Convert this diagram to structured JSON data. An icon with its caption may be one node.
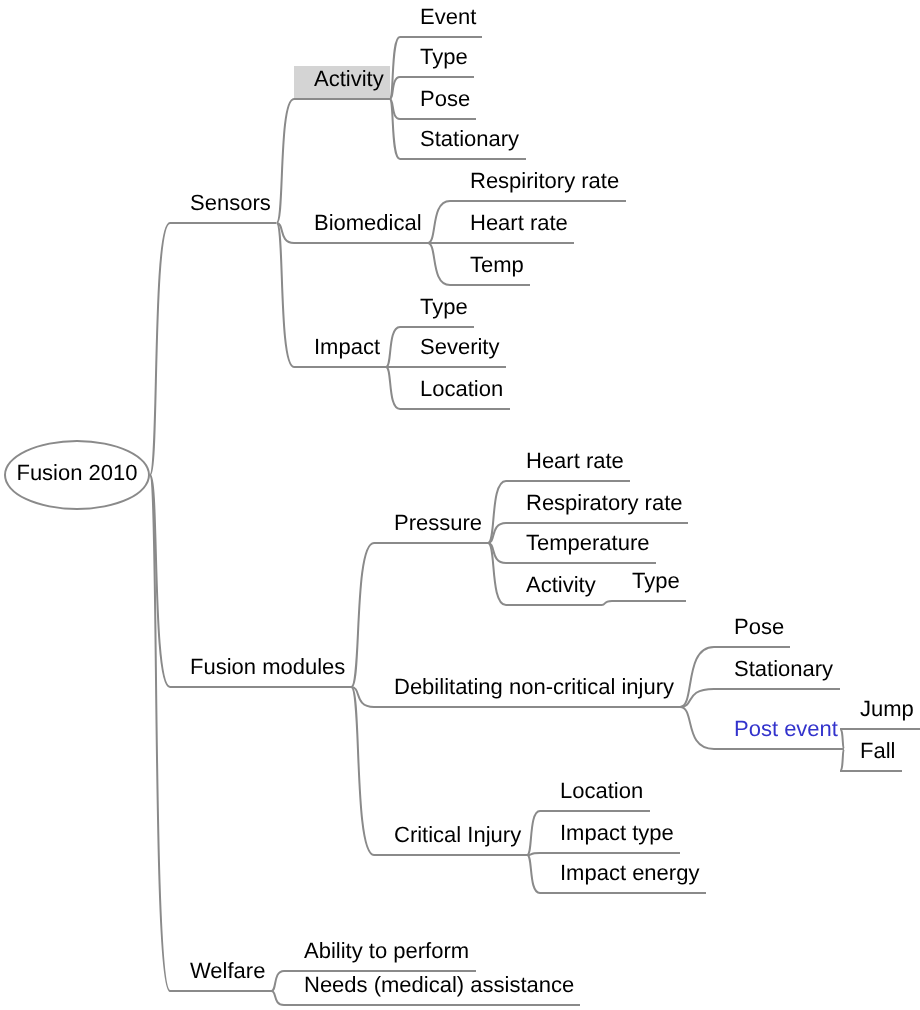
{
  "diagram": {
    "nodes": [
      {
        "text": [
          "Fusion 2010"
        ]
      },
      {
        "text": [
          "Sensors"
        ]
      },
      {
        "text": [
          "Activity"
        ]
      },
      {
        "text": [
          "Event"
        ]
      },
      {
        "text": [
          "Type"
        ]
      },
      {
        "text": [
          "Pose"
        ]
      },
      {
        "text": [
          "Stationary"
        ]
      },
      {
        "text": [
          "Biomedical"
        ]
      },
      {
        "text": [
          "Respiritory rate"
        ]
      },
      {
        "text": [
          "Heart rate"
        ]
      },
      {
        "text": [
          "Temp"
        ]
      },
      {
        "text": [
          "Impact"
        ]
      },
      {
        "text": [
          "Type"
        ]
      },
      {
        "text": [
          "Severity"
        ]
      },
      {
        "text": [
          "Location"
        ]
      },
      {
        "text": [
          "Fusion modules"
        ]
      },
      {
        "text": [
          "Pressure"
        ]
      },
      {
        "text": [
          "Heart rate"
        ]
      },
      {
        "text": [
          "Respiratory rate"
        ]
      },
      {
        "text": [
          "Temperature"
        ]
      },
      {
        "text": [
          "Activity"
        ]
      },
      {
        "text": [
          "Type"
        ]
      },
      {
        "text": [
          "Debilitating non-critical injury"
        ]
      },
      {
        "text": [
          "Pose"
        ]
      },
      {
        "text": [
          "Stationary"
        ]
      },
      {
        "text": [
          "Post event"
        ]
      },
      {
        "text": [
          "Jump"
        ]
      },
      {
        "text": [
          "Fall"
        ]
      },
      {
        "text": [
          "Critical Injury"
        ]
      },
      {
        "text": [
          "Location"
        ]
      },
      {
        "text": [
          "Impact type"
        ]
      },
      {
        "text": [
          "Impact energy"
        ]
      },
      {
        "text": [
          "Welfare"
        ]
      },
      {
        "text": [
          "Ability to perform"
        ]
      },
      {
        "text": [
          "Needs (medical) assistance"
        ]
      }
    ],
    "edges": [
      {
        "from": 0,
        "to": 1,
        "arrow": "none"
      },
      {
        "from": 1,
        "to": 2,
        "arrow": "none"
      },
      {
        "from": 2,
        "to": 3,
        "arrow": "none"
      },
      {
        "from": 2,
        "to": 4,
        "arrow": "none"
      },
      {
        "from": 2,
        "to": 5,
        "arrow": "none"
      },
      {
        "from": 2,
        "to": 6,
        "arrow": "none"
      },
      {
        "from": 1,
        "to": 7,
        "arrow": "none"
      },
      {
        "from": 7,
        "to": 8,
        "arrow": "none"
      },
      {
        "from": 7,
        "to": 9,
        "arrow": "none"
      },
      {
        "from": 7,
        "to": 10,
        "arrow": "none"
      },
      {
        "from": 1,
        "to": 11,
        "arrow": "none"
      },
      {
        "from": 11,
        "to": 12,
        "arrow": "none"
      },
      {
        "from": 11,
        "to": 13,
        "arrow": "none"
      },
      {
        "from": 11,
        "to": 14,
        "arrow": "none"
      },
      {
        "from": 0,
        "to": 15,
        "arrow": "none"
      },
      {
        "from": 15,
        "to": 16,
        "arrow": "none"
      },
      {
        "from": 16,
        "to": 17,
        "arrow": "none"
      },
      {
        "from": 16,
        "to": 18,
        "arrow": "none"
      },
      {
        "from": 16,
        "to": 19,
        "arrow": "none"
      },
      {
        "from": 16,
        "to": 20,
        "arrow": "none"
      },
      {
        "from": 20,
        "to": 21,
        "arrow": "none"
      },
      {
        "from": 15,
        "to": 22,
        "arrow": "none"
      },
      {
        "from": 22,
        "to": 23,
        "arrow": "none"
      },
      {
        "from": 22,
        "to": 24,
        "arrow": "none"
      },
      {
        "from": 22,
        "to": 25,
        "arrow": "none"
      },
      {
        "from": 25,
        "to": 26,
        "arrow": "none"
      },
      {
        "from": 25,
        "to": 27,
        "arrow": "none"
      },
      {
        "from": 15,
        "to": 28,
        "arrow": "none"
      },
      {
        "from": 28,
        "to": 29,
        "arrow": "none"
      },
      {
        "from": 28,
        "to": 30,
        "arrow": "none"
      },
      {
        "from": 28,
        "to": 31,
        "arrow": "none"
      },
      {
        "from": 0,
        "to": 32,
        "arrow": "none"
      },
      {
        "from": 32,
        "to": 33,
        "arrow": "none"
      },
      {
        "from": 32,
        "to": 34,
        "arrow": "none"
      }
    ]
  }
}
